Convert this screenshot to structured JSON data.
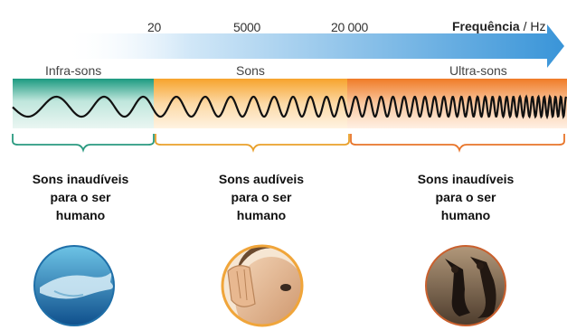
{
  "axis": {
    "ticks": [
      "20",
      "5000",
      "20 000"
    ],
    "title": "Frequência",
    "unit": "/ Hz"
  },
  "bands": [
    {
      "label": "Infra-sons",
      "caption": [
        "Sons inaudíveis",
        "para o ser",
        "humano"
      ],
      "color": "#1e9a82",
      "icon": "whale-icon"
    },
    {
      "label": "Sons",
      "caption": [
        "Sons audíveis",
        "para o ser",
        "humano"
      ],
      "color": "#f08a1c",
      "icon": "child-ear-icon"
    },
    {
      "label": "Ultra-sons",
      "caption": [
        "Sons inaudíveis",
        "para o ser",
        "humano"
      ],
      "color": "#e8621a",
      "icon": "bat-icon"
    }
  ]
}
